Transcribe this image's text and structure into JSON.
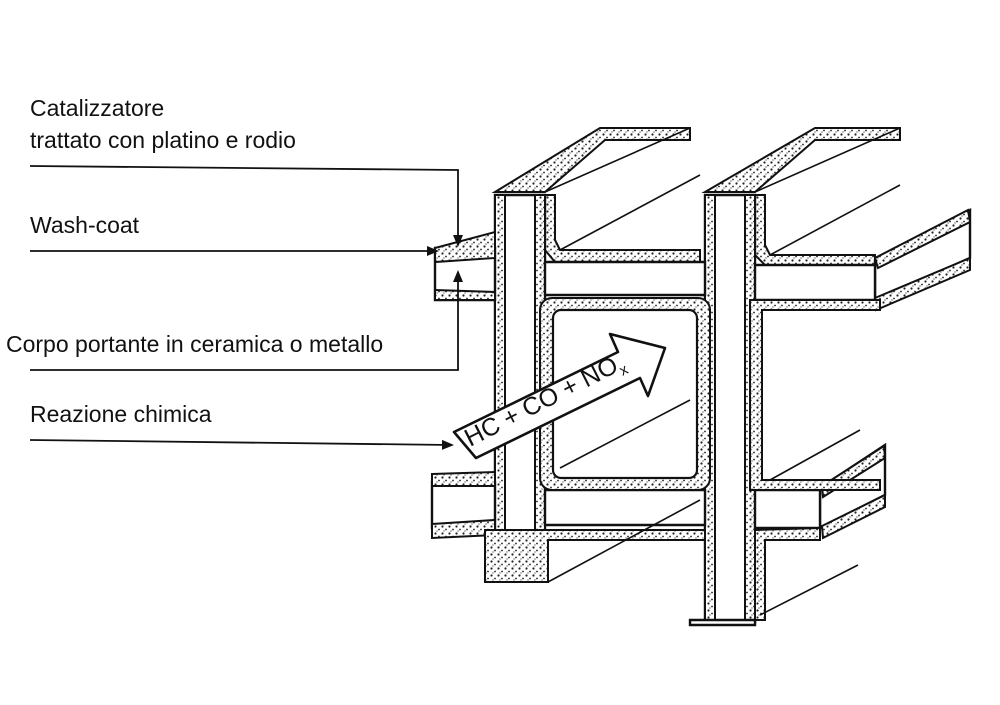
{
  "labels": {
    "catalyst_line1": "Catalizzatore",
    "catalyst_line2": "trattato con platino e rodio",
    "washcoat": "Wash-coat",
    "support_body": "Corpo portante in ceramica o metallo",
    "reaction": "Reazione chimica"
  },
  "reaction_arrow": {
    "text_main": "HC + CO + NO",
    "text_subscript": "x"
  },
  "colors": {
    "ink": "#111111",
    "background": "#ffffff"
  }
}
